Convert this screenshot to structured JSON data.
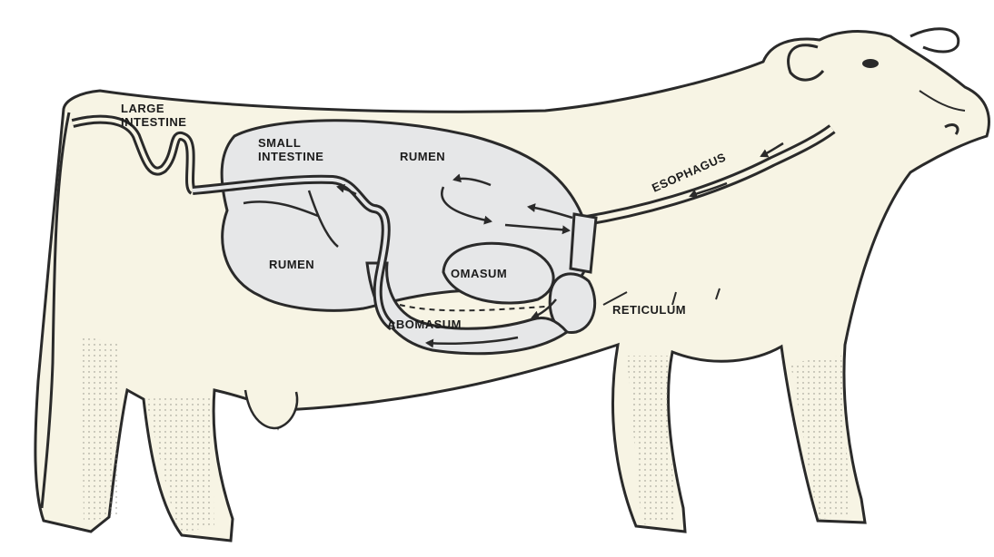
{
  "diagram": {
    "labels": {
      "large_intestine_1": "LARGE",
      "large_intestine_2": "INTESTINE",
      "small_intestine_1": "SMALL",
      "small_intestine_2": "INTESTINE",
      "rumen_top": "RUMEN",
      "rumen_left": "RUMEN",
      "omasum": "OMASUM",
      "abomasum": "ABOMASUM",
      "reticulum": "RETICULUM",
      "esophagus": "ESOPHAGUS"
    },
    "colors": {
      "body_fill": "#f7f4e4",
      "organ_fill": "#e6e7e8",
      "outline": "#2a2a2a",
      "background": "#ffffff"
    }
  }
}
